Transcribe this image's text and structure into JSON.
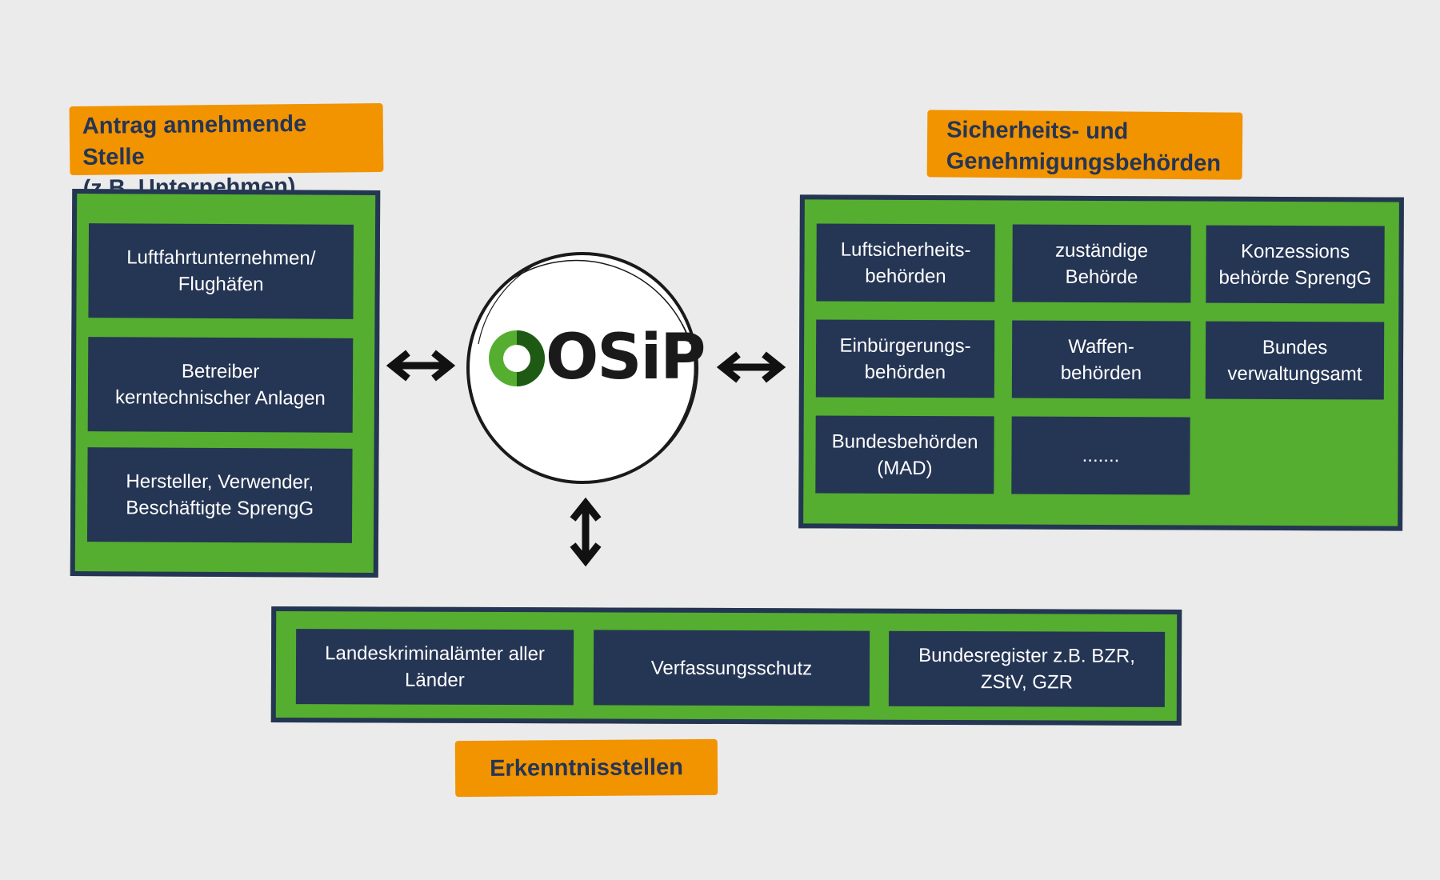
{
  "labels": {
    "antrag": "Antrag annehmende Stelle\n(z.B. Unternehmen)",
    "sicherheit": "Sicherheits- und\nGenehmigungsbehörden",
    "erkenntnis": "Erkenntnisstellen"
  },
  "logo": {
    "text": "OSiP",
    "accent_color": "#55ae30"
  },
  "left_panel": {
    "items": [
      "Luftfahrtunternehmen/\nFlughäfen",
      "Betreiber\nkerntechnischer Anlagen",
      "Hersteller, Verwender,\nBeschäftigte SprengG"
    ]
  },
  "right_panel": {
    "items": [
      "Luftsicherheits-\nbehörden",
      "zuständige\nBehörde",
      "Konzessions\nbehörde SprengG",
      "Einbürgerungs-\nbehörden",
      "Waffen-\nbehörden",
      "Bundes\nverwaltungsamt",
      "Bundesbehörden\n(MAD)",
      "......."
    ]
  },
  "bottom_panel": {
    "items": [
      "Landeskriminalämter aller\nLänder",
      "Verfassungsschutz",
      "Bundesregister z.B. BZR,\nZStV, GZR"
    ]
  },
  "colors": {
    "background": "#ebebeb",
    "panel_green": "#55ae30",
    "navy": "#253554",
    "orange": "#f29300"
  }
}
